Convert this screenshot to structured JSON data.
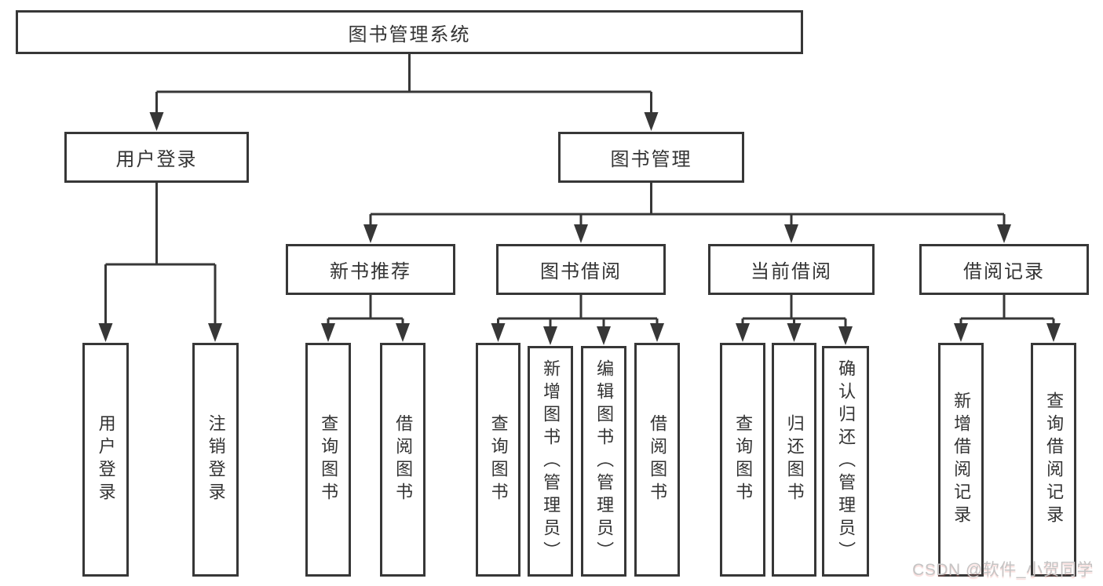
{
  "diagram": {
    "root": {
      "label": "图书管理系统"
    },
    "branches": [
      {
        "label": "用户登录",
        "children": [
          {
            "label": "用户登录"
          },
          {
            "label": "注销登录"
          }
        ]
      },
      {
        "label": "图书管理",
        "children": [
          {
            "label": "新书推荐",
            "children": [
              {
                "label": "查询图书"
              },
              {
                "label": "借阅图书"
              }
            ]
          },
          {
            "label": "图书借阅",
            "children": [
              {
                "label": "查询图书"
              },
              {
                "label": "新增图书（管理员）"
              },
              {
                "label": "编辑图书（管理员）"
              },
              {
                "label": "借阅图书"
              }
            ]
          },
          {
            "label": "当前借阅",
            "children": [
              {
                "label": "查询图书"
              },
              {
                "label": "归还图书"
              },
              {
                "label": "确认归还（管理员）"
              }
            ]
          },
          {
            "label": "借阅记录",
            "children": [
              {
                "label": "新增借阅记录"
              },
              {
                "label": "查询借阅记录"
              }
            ]
          }
        ]
      }
    ]
  },
  "watermark": {
    "text": "CSDN @软件_小贺同学"
  },
  "colors": {
    "line": "#373737",
    "box_border": "#373737",
    "text": "#333333",
    "background": "#ffffff",
    "watermark": "#c4c4c4"
  }
}
